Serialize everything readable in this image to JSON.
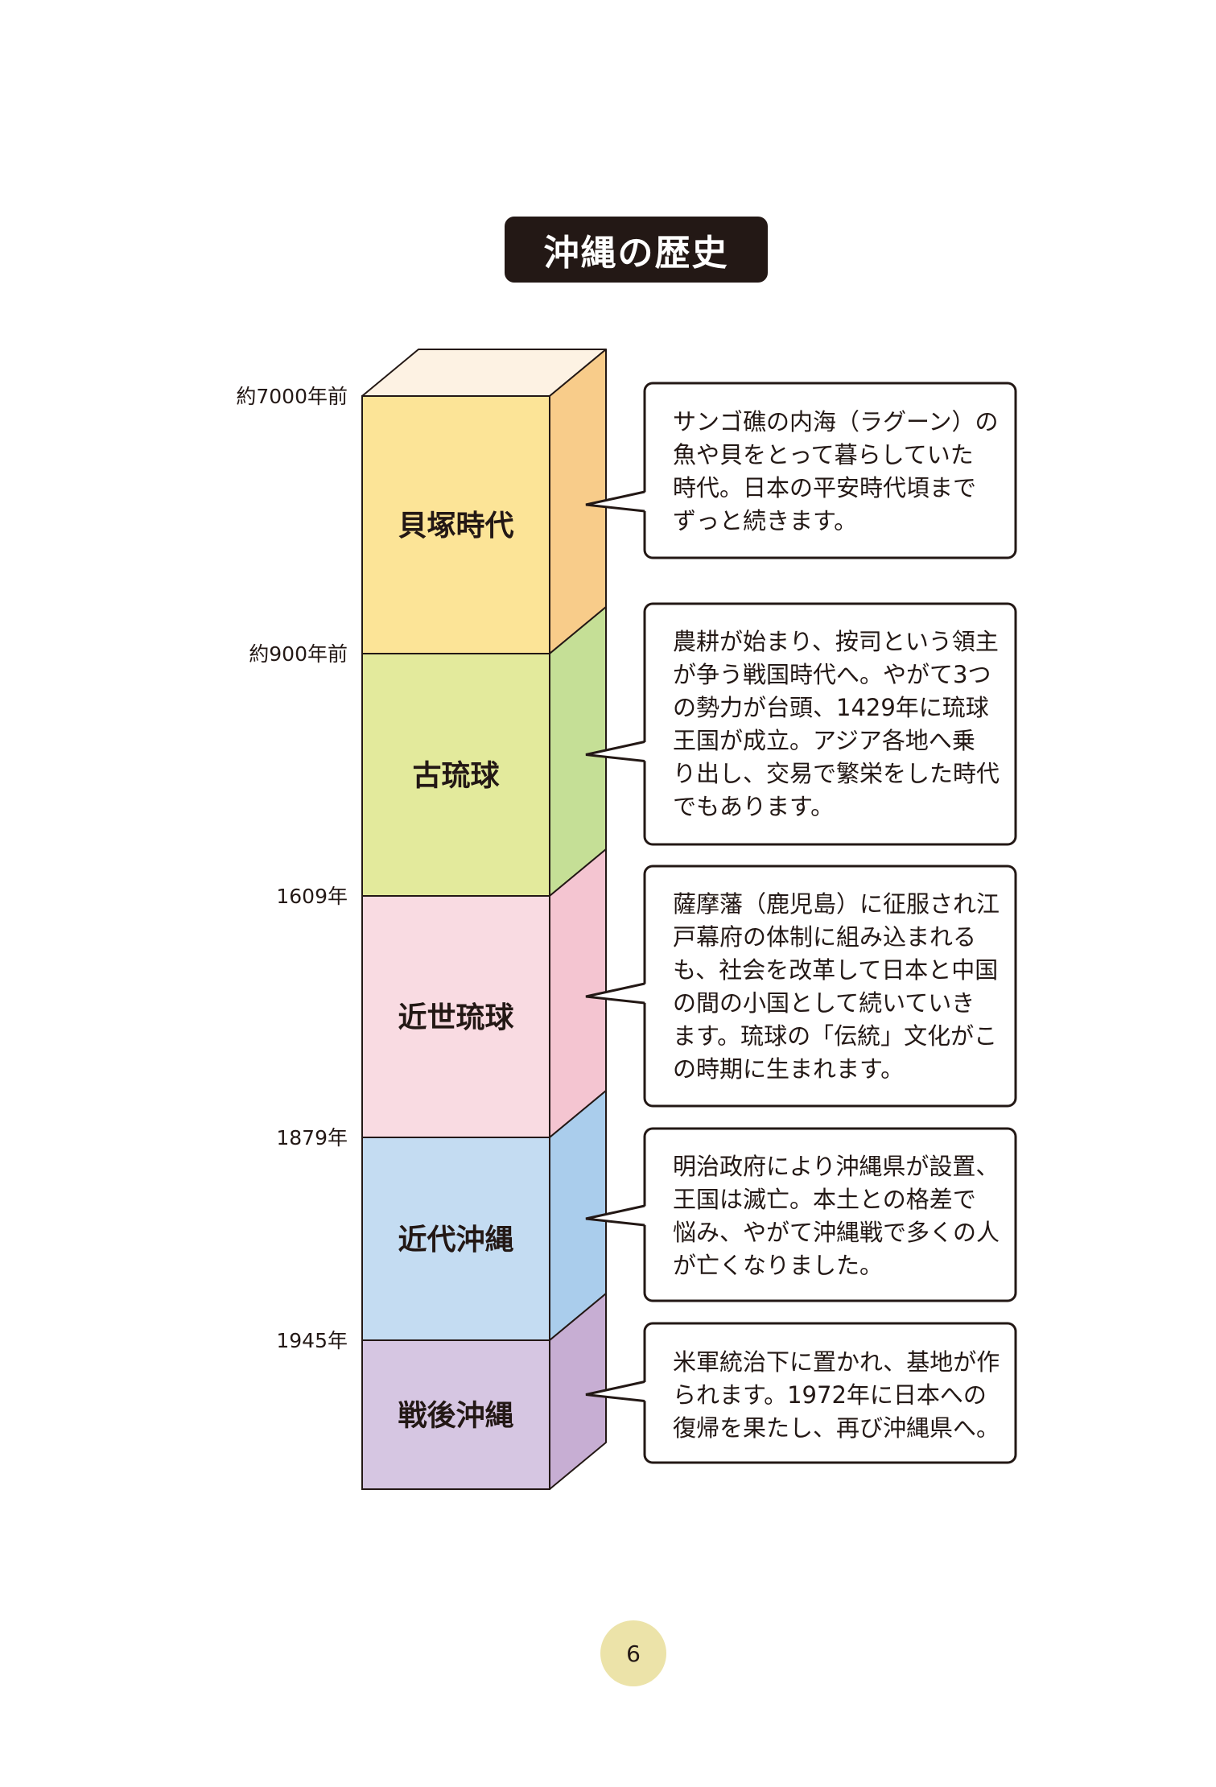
{
  "title": "沖縄の歴史",
  "eras": [
    {
      "start_label": "約7000年前",
      "name": "貝塚時代",
      "colors": {
        "front": "#fce497",
        "side": "#f8cc8a",
        "top": "#fdf2e3"
      },
      "description": [
        "サンゴ礁の内海（ラグーン）の",
        "魚や貝をとって暮らしていた",
        "時代。日本の平安時代頃まで",
        "ずっと続きます。"
      ]
    },
    {
      "start_label": "約900年前",
      "name": "古琉球",
      "colors": {
        "front": "#e3ea9c",
        "side": "#c5df96"
      },
      "description": [
        "農耕が始まり、按司という領主",
        "が争う戦国時代へ。やがて3つ",
        "の勢力が台頭、1429年に琉球",
        "王国が成立。アジア各地へ乗",
        "り出し、交易で繁栄をした時代",
        "でもあります。"
      ]
    },
    {
      "start_label": "1609年",
      "name": "近世琉球",
      "colors": {
        "front": "#f9dbe2",
        "side": "#f4c5d1"
      },
      "description": [
        "薩摩藩（鹿児島）に征服され江",
        "戸幕府の体制に組み込まれる",
        "も、社会を改革して日本と中国",
        "の間の小国として続いていき",
        "ます。琉球の「伝統」文化がこ",
        "の時期に生まれます。"
      ]
    },
    {
      "start_label": "1879年",
      "name": "近代沖縄",
      "colors": {
        "front": "#c4dcf2",
        "side": "#aacdec"
      },
      "description": [
        "明治政府により沖縄県が設置、",
        "王国は滅亡。本土との格差で",
        "悩み、やがて沖縄戦で多くの人",
        "が亡くなりました。"
      ]
    },
    {
      "start_label": "1945年",
      "name": "戦後沖縄",
      "colors": {
        "front": "#d6c6e2",
        "side": "#c7aed3"
      },
      "description": [
        "米軍統治下に置かれ、基地が作",
        "られます。1972年に日本への",
        "復帰を果たし、再び沖縄県へ。"
      ]
    }
  ],
  "page_number": "6"
}
